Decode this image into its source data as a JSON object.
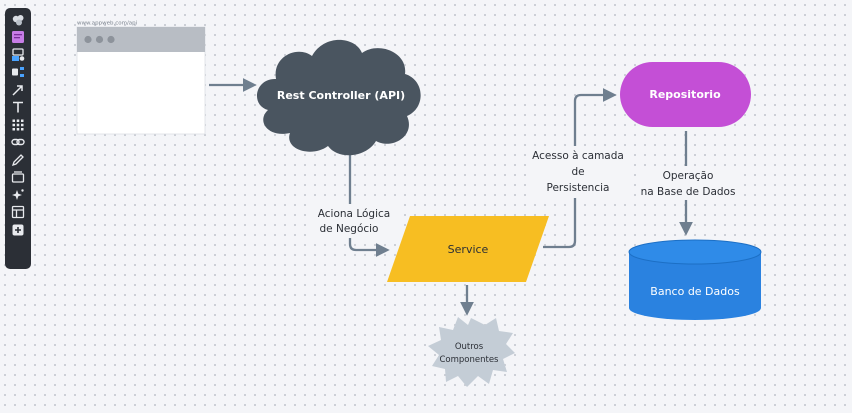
{
  "toolbar": {
    "tools": [
      {
        "name": "templates-icon"
      },
      {
        "name": "sticky-note-icon"
      },
      {
        "name": "shapes-icon"
      },
      {
        "name": "flowchart-icon"
      },
      {
        "name": "arrow-icon"
      },
      {
        "name": "text-icon"
      },
      {
        "name": "grid-icon"
      },
      {
        "name": "link-icon"
      },
      {
        "name": "pen-icon"
      },
      {
        "name": "frame-icon"
      },
      {
        "name": "ai-sparkle-icon"
      },
      {
        "name": "layout-icon"
      },
      {
        "name": "add-more-icon"
      }
    ]
  },
  "browser": {
    "url": "www.appweb.com/api"
  },
  "nodes": {
    "rest_controller": "Rest Controller (API)",
    "service": "Service",
    "repositorio": "Repositorio",
    "banco": "Banco de Dados",
    "outros_line1": "Outros",
    "outros_line2": "Componentes"
  },
  "edge_labels": {
    "aciona_line1": "Aciona Lógica",
    "aciona_line2": "de Negócio",
    "acesso_line1": "Acesso à camada",
    "acesso_line2": "de",
    "acesso_line3": "Persistencia",
    "operacao_line1": "Operação",
    "operacao_line2": "na Base de Dados"
  },
  "colors": {
    "cloud": "#4a5560",
    "service": "#f7be22",
    "repositorio": "#c44fd6",
    "banco": "#2a82e0",
    "banco_top": "#2f8be8",
    "outros": "#c4cdd6",
    "connector": "#6f7f8f"
  }
}
